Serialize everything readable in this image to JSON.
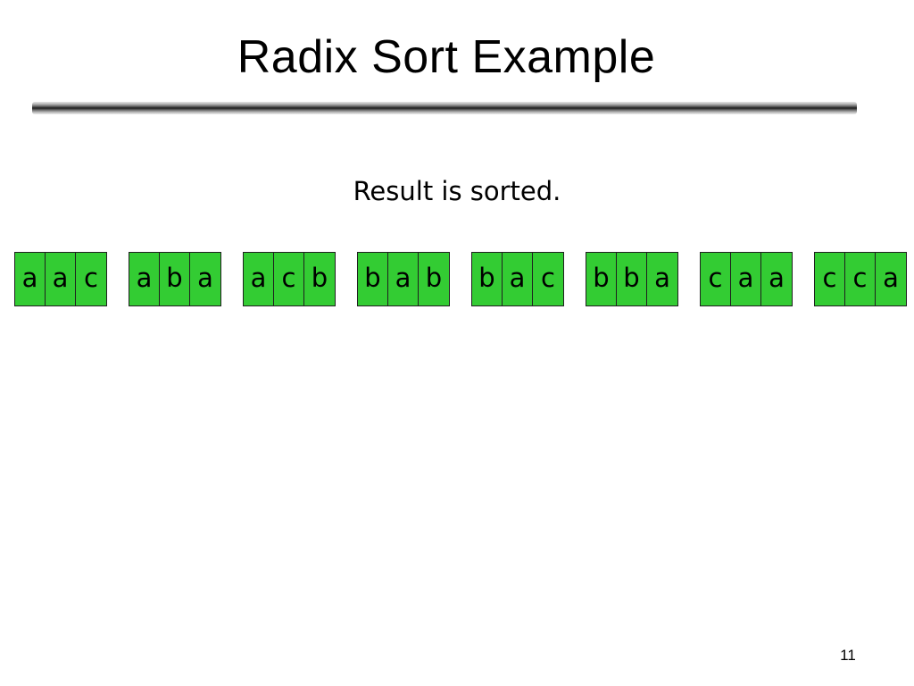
{
  "slide": {
    "title": "Radix Sort Example",
    "caption": "Result is sorted.",
    "page_number": "11"
  },
  "colors": {
    "cell_fill": "#33cc33",
    "cell_border": "#1f1f1f"
  },
  "strings": [
    [
      "a",
      "a",
      "c"
    ],
    [
      "a",
      "b",
      "a"
    ],
    [
      "a",
      "c",
      "b"
    ],
    [
      "b",
      "a",
      "b"
    ],
    [
      "b",
      "a",
      "c"
    ],
    [
      "b",
      "b",
      "a"
    ],
    [
      "c",
      "a",
      "a"
    ],
    [
      "c",
      "c",
      "a"
    ]
  ]
}
